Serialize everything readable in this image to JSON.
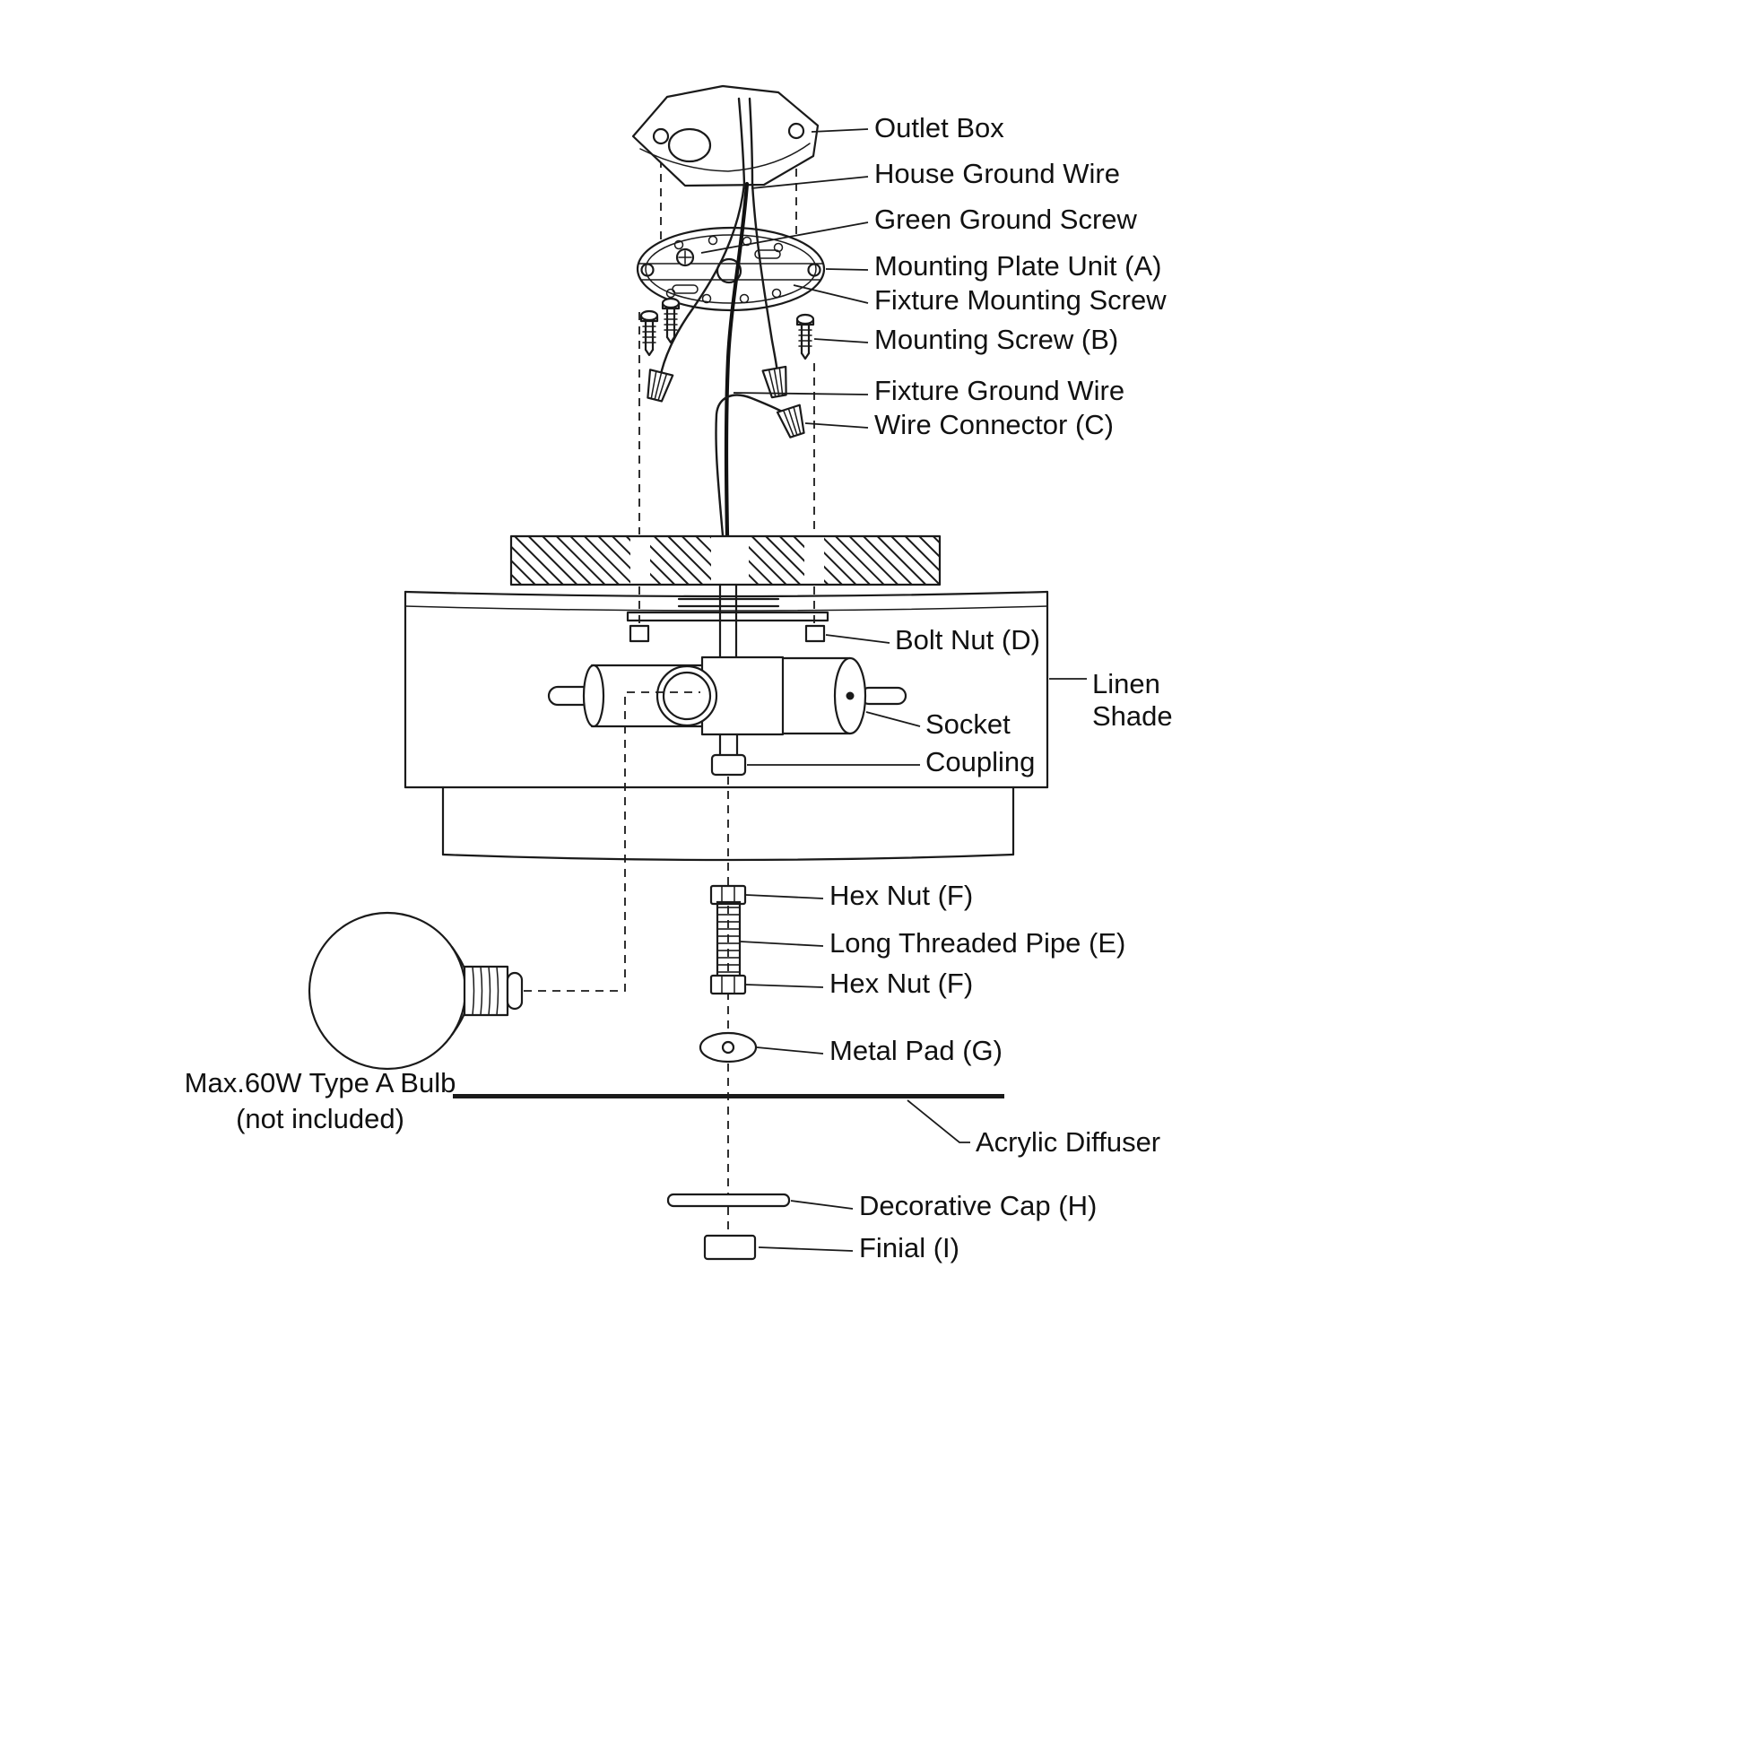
{
  "diagram": {
    "colors": {
      "line": "#1a1a1a",
      "background": "#ffffff"
    },
    "labels": {
      "outlet_box": "Outlet Box",
      "house_ground_wire": "House Ground Wire",
      "green_ground_screw": "Green Ground Screw",
      "mounting_plate_unit": "Mounting Plate Unit (A)",
      "fixture_mounting_screw": "Fixture Mounting Screw",
      "mounting_screw_b": "Mounting Screw (B)",
      "fixture_ground_wire": "Fixture Ground Wire",
      "wire_connector": "Wire Connector (C)",
      "bolt_nut": "Bolt Nut (D)",
      "linen_shade_line1": "Linen",
      "linen_shade_line2": "Shade",
      "socket": "Socket",
      "coupling": "Coupling",
      "hex_nut_upper": "Hex Nut (F)",
      "long_threaded_pipe": "Long Threaded Pipe (E)",
      "hex_nut_lower": "Hex Nut (F)",
      "metal_pad": "Metal Pad (G)",
      "acrylic_diffuser": "Acrylic Diffuser",
      "decorative_cap": "Decorative Cap (H)",
      "finial": "Finial (I)",
      "bulb_note_line1": "Max.60W Type A Bulb",
      "bulb_note_line2": "(not included)"
    }
  }
}
